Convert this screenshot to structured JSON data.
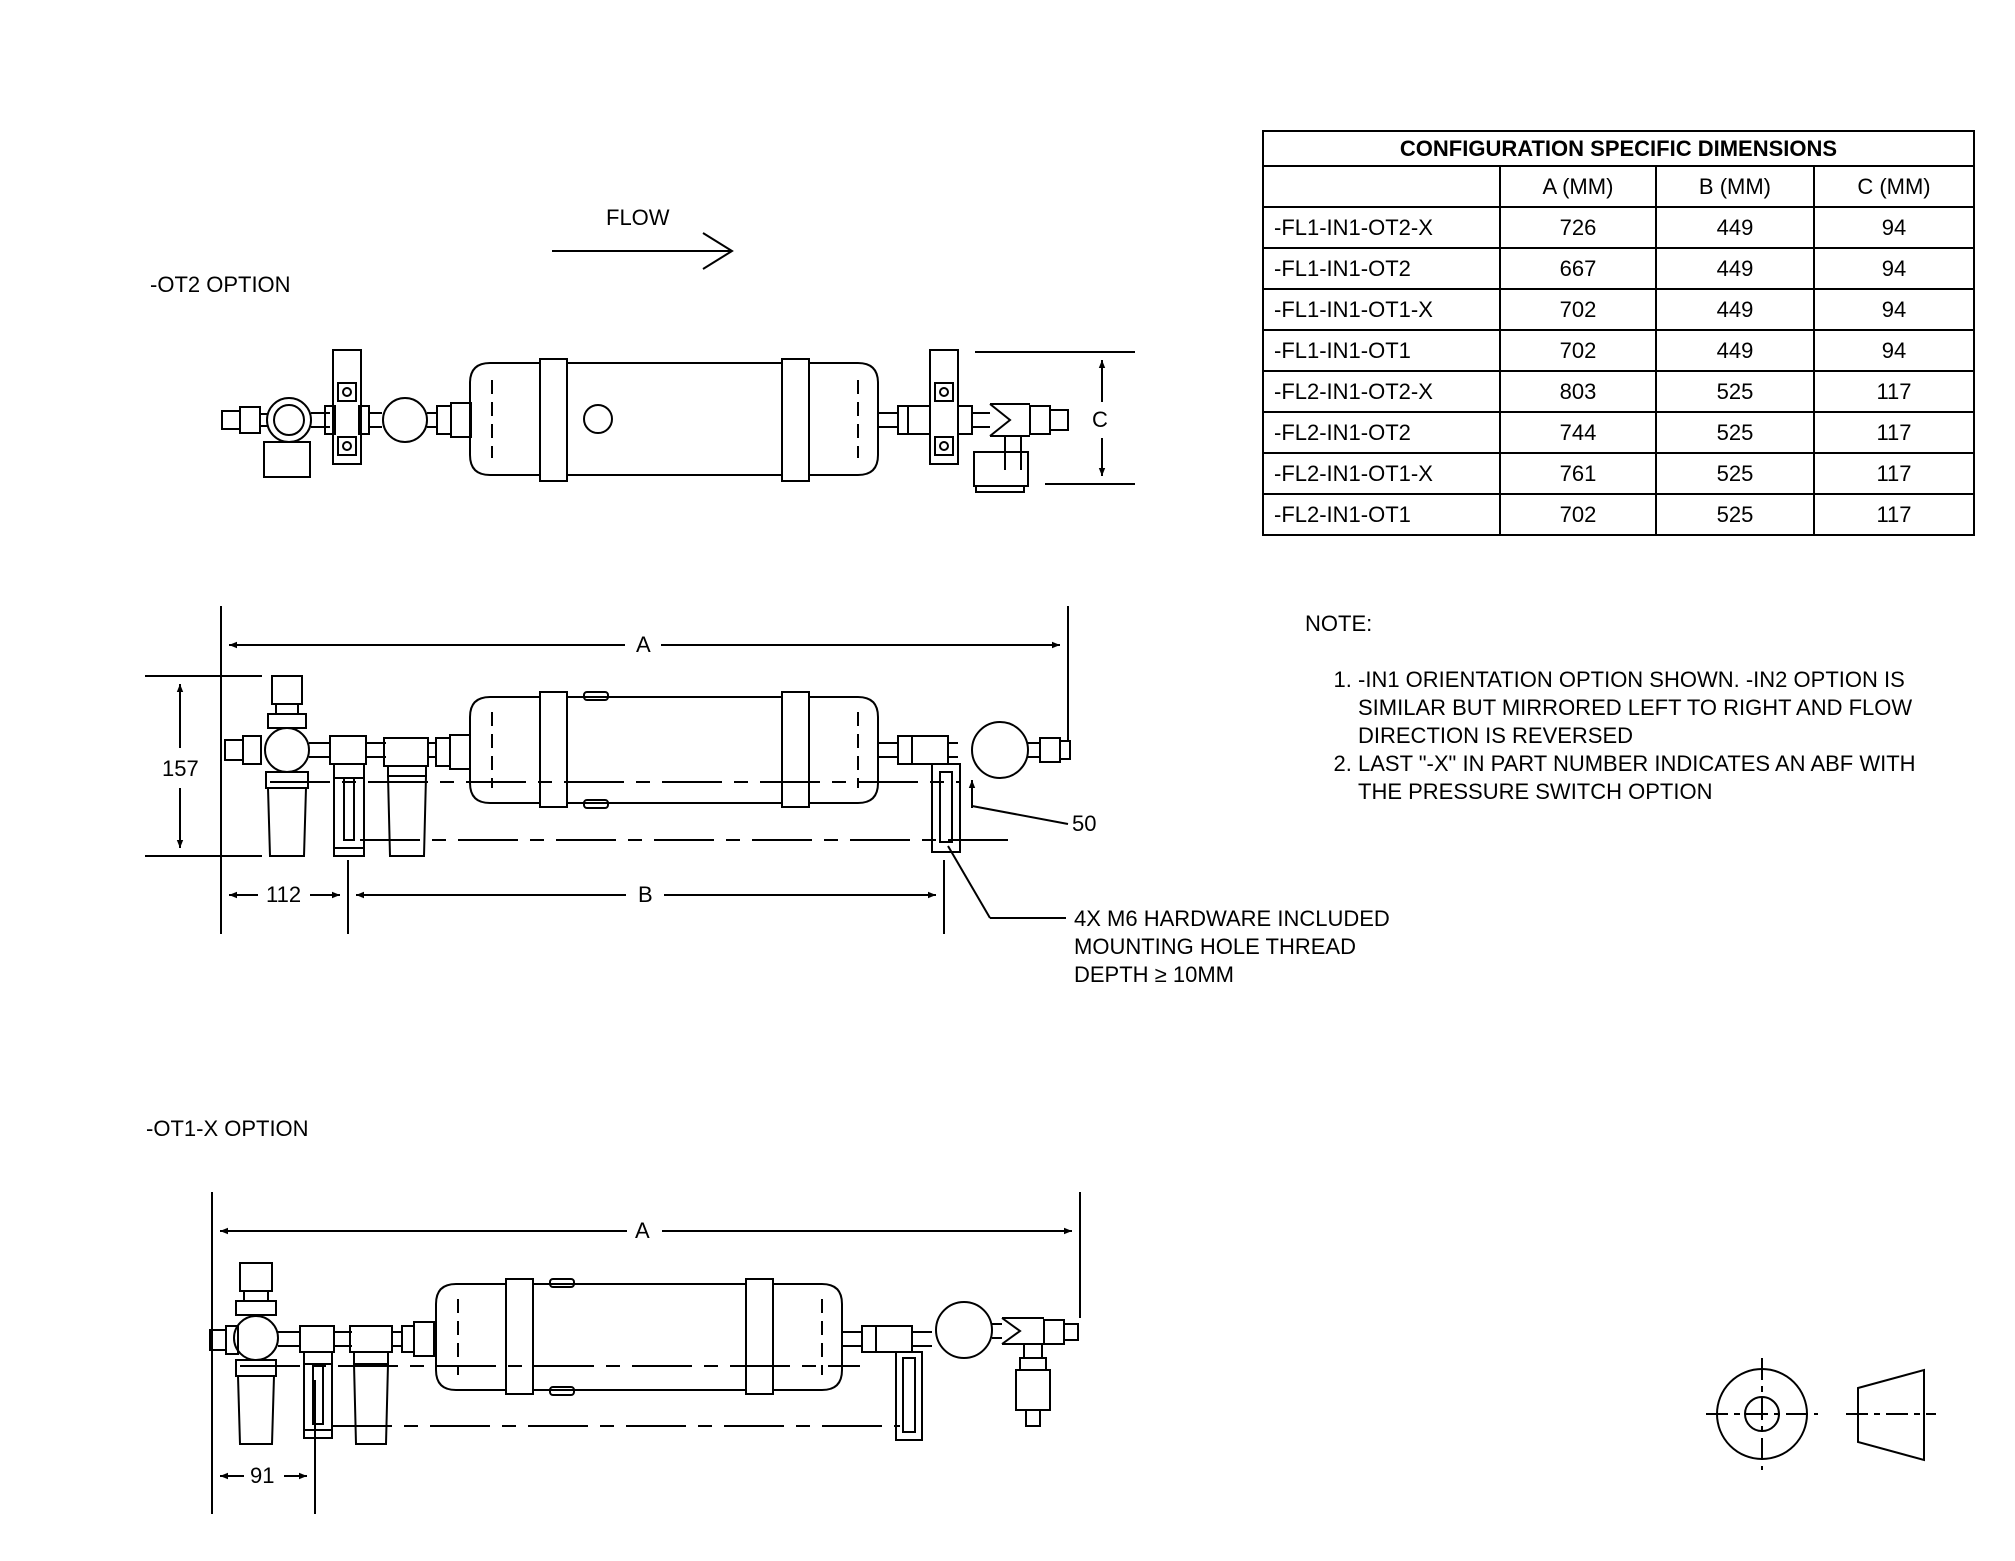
{
  "labels": {
    "flow": "FLOW",
    "ot2_option": "-OT2 OPTION",
    "ot1x_option": "-OT1-X OPTION"
  },
  "dimensions": {
    "a": "A",
    "b": "B",
    "c": "C",
    "d157": "157",
    "d112": "112",
    "d50": "50",
    "d91": "91"
  },
  "hardware_callout": {
    "line1": "4X M6 HARDWARE INCLUDED",
    "line2": "MOUNTING HOLE THREAD",
    "line3": "DEPTH ≥ 10MM"
  },
  "table": {
    "title": "CONFIGURATION SPECIFIC DIMENSIONS",
    "headers": [
      "",
      "A (MM)",
      "B (MM)",
      "C (MM)"
    ],
    "rows": [
      [
        "-FL1-IN1-OT2-X",
        "726",
        "449",
        "94"
      ],
      [
        "-FL1-IN1-OT2",
        "667",
        "449",
        "94"
      ],
      [
        "-FL1-IN1-OT1-X",
        "702",
        "449",
        "94"
      ],
      [
        "-FL1-IN1-OT1",
        "702",
        "449",
        "94"
      ],
      [
        "-FL2-IN1-OT2-X",
        "803",
        "525",
        "117"
      ],
      [
        "-FL2-IN1-OT2",
        "744",
        "525",
        "117"
      ],
      [
        "-FL2-IN1-OT1-X",
        "761",
        "525",
        "117"
      ],
      [
        "-FL2-IN1-OT1",
        "702",
        "525",
        "117"
      ]
    ]
  },
  "notes": {
    "heading": "NOTE:",
    "items": [
      "-IN1 ORIENTATION OPTION SHOWN.  -IN2 OPTION IS SIMILAR BUT MIRRORED LEFT TO RIGHT AND FLOW DIRECTION IS REVERSED",
      "LAST \"-X\" IN PART NUMBER INDICATES AN ABF WITH THE PRESSURE SWITCH OPTION"
    ]
  },
  "projection_symbol": "third-angle-projection-icon"
}
